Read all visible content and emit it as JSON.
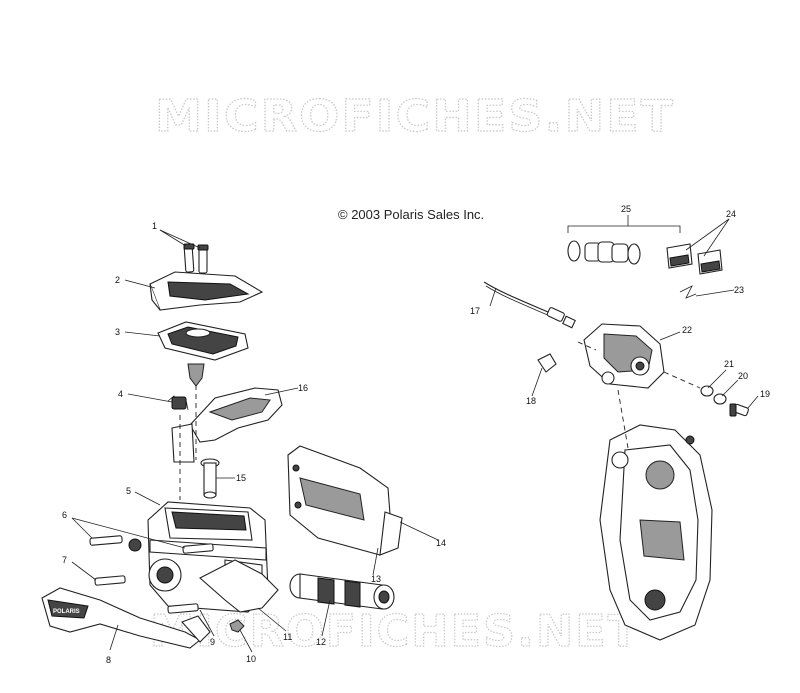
{
  "watermark": {
    "top_text": "MICROFICHES.NET",
    "bottom_text": "MICROFICHES.NET"
  },
  "copyright": "© 2003 Polaris Sales Inc.",
  "lever_brand": "POLARIS",
  "callouts": [
    "1",
    "2",
    "3",
    "4",
    "5",
    "6",
    "7",
    "8",
    "9",
    "10",
    "11",
    "12",
    "13",
    "14",
    "15",
    "16",
    "17",
    "18",
    "19",
    "20",
    "21",
    "22",
    "23",
    "24",
    "25"
  ]
}
